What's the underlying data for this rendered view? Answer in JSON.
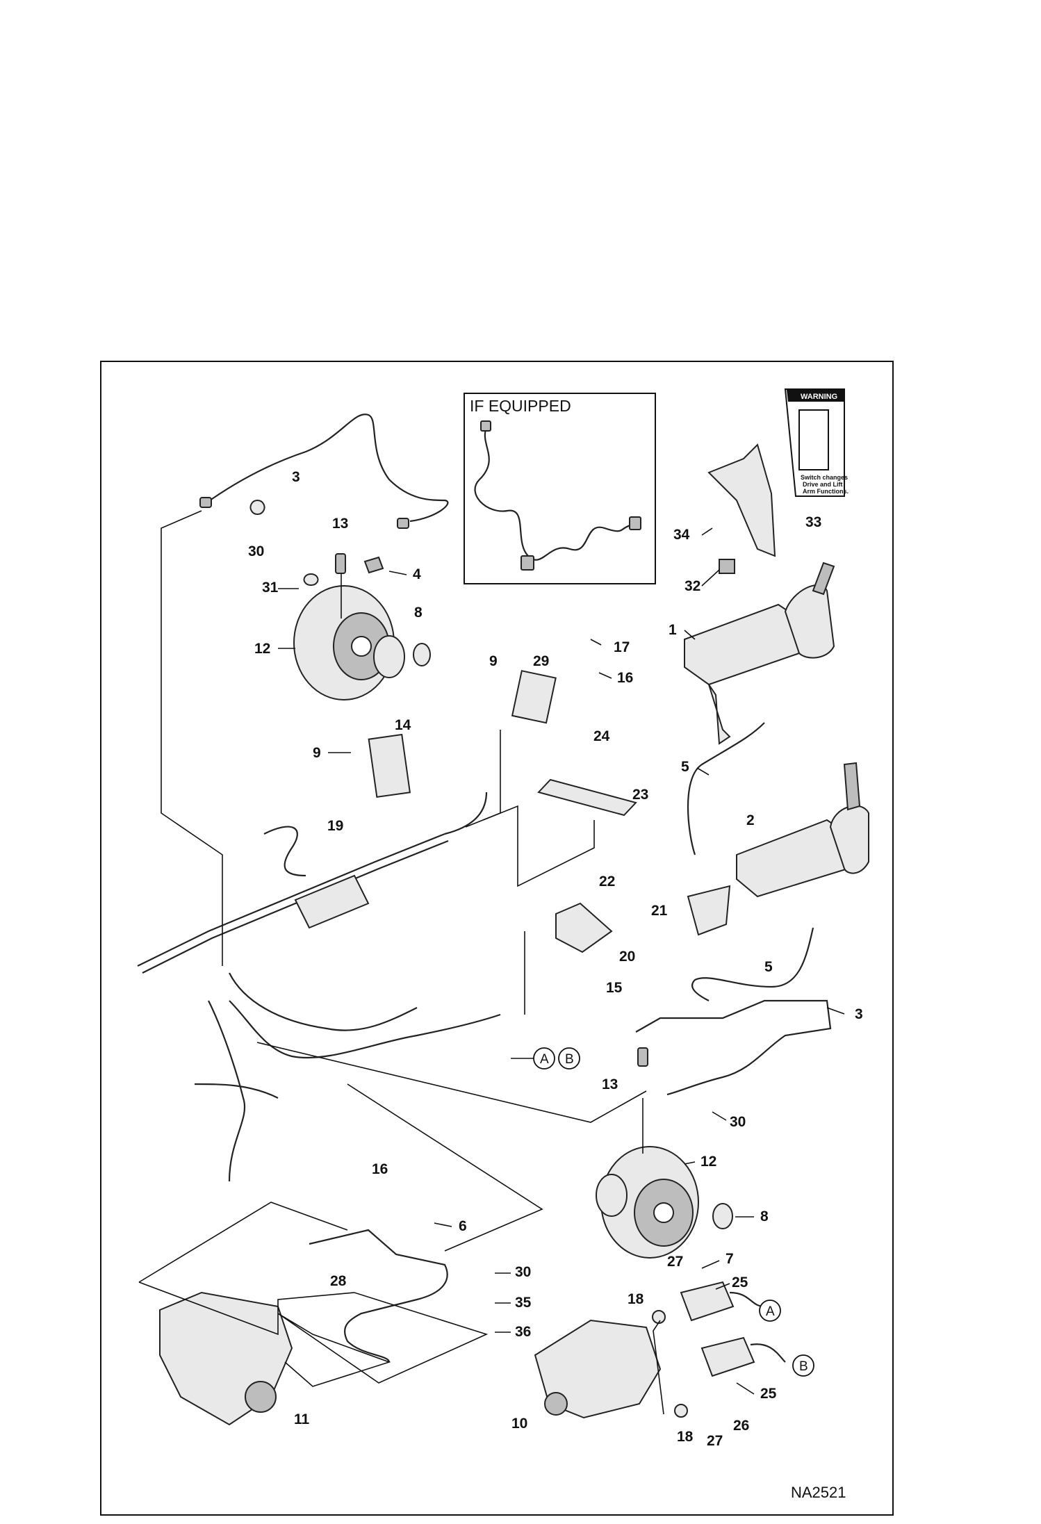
{
  "drawing": {
    "reference_code": "NA2521",
    "inset_title": "IF EQUIPPED",
    "decal": {
      "header": "WARNING",
      "message_lines": [
        "Switch changes",
        "Drive and Lift",
        "Arm Functions."
      ]
    },
    "callouts": [
      {
        "id": "c3a",
        "label": "3"
      },
      {
        "id": "c30a",
        "label": "30"
      },
      {
        "id": "c13a",
        "label": "13"
      },
      {
        "id": "c4",
        "label": "4"
      },
      {
        "id": "c31",
        "label": "31"
      },
      {
        "id": "c8a",
        "label": "8"
      },
      {
        "id": "c12a",
        "label": "12"
      },
      {
        "id": "c9a",
        "label": "9"
      },
      {
        "id": "c29",
        "label": "29"
      },
      {
        "id": "c14",
        "label": "14"
      },
      {
        "id": "c9b",
        "label": "9"
      },
      {
        "id": "c19",
        "label": "19"
      },
      {
        "id": "c17",
        "label": "17"
      },
      {
        "id": "c16a",
        "label": "16"
      },
      {
        "id": "c24",
        "label": "24"
      },
      {
        "id": "c23",
        "label": "23"
      },
      {
        "id": "c22",
        "label": "22"
      },
      {
        "id": "c21",
        "label": "21"
      },
      {
        "id": "c20",
        "label": "20"
      },
      {
        "id": "c15",
        "label": "15"
      },
      {
        "id": "c13b",
        "label": "13"
      },
      {
        "id": "c34",
        "label": "34"
      },
      {
        "id": "c33",
        "label": "33"
      },
      {
        "id": "c32",
        "label": "32"
      },
      {
        "id": "c1",
        "label": "1"
      },
      {
        "id": "c5a",
        "label": "5"
      },
      {
        "id": "c2",
        "label": "2"
      },
      {
        "id": "c5b",
        "label": "5"
      },
      {
        "id": "c3b",
        "label": "3"
      },
      {
        "id": "c30b",
        "label": "30"
      },
      {
        "id": "c12b",
        "label": "12"
      },
      {
        "id": "c8b",
        "label": "8"
      },
      {
        "id": "c16b",
        "label": "16"
      },
      {
        "id": "c6",
        "label": "6"
      },
      {
        "id": "c28",
        "label": "28"
      },
      {
        "id": "c30c",
        "label": "30"
      },
      {
        "id": "c35",
        "label": "35"
      },
      {
        "id": "c36",
        "label": "36"
      },
      {
        "id": "c11",
        "label": "11"
      },
      {
        "id": "c7",
        "label": "7"
      },
      {
        "id": "c27a",
        "label": "27"
      },
      {
        "id": "c25a",
        "label": "25"
      },
      {
        "id": "c18a",
        "label": "18"
      },
      {
        "id": "c25b",
        "label": "25"
      },
      {
        "id": "c26",
        "label": "26"
      },
      {
        "id": "c27b",
        "label": "27"
      },
      {
        "id": "c18b",
        "label": "18"
      },
      {
        "id": "c10",
        "label": "10"
      }
    ],
    "connection_markers": [
      {
        "id": "mA1",
        "label": "A"
      },
      {
        "id": "mB1",
        "label": "B"
      },
      {
        "id": "mA2",
        "label": "A"
      },
      {
        "id": "mB2",
        "label": "B"
      }
    ]
  }
}
